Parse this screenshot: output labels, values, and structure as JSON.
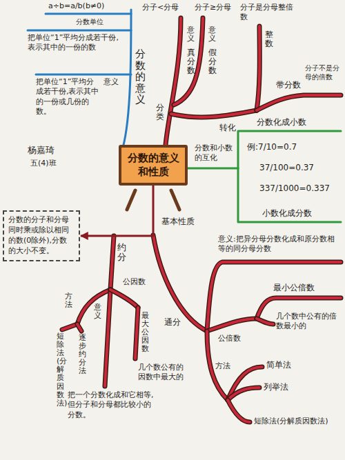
{
  "diagram": {
    "nodes": [
      {
        "text": [
          "分数的意义和性质"
        ]
      },
      {
        "text": [
          "分数的分子和分母同时乘或除以相同的数(0除外),分数的大小不变。"
        ]
      }
    ],
    "edges": [
      {
        "from": 0,
        "to": 1,
        "arrow": "to"
      }
    ],
    "labels": [
      "a÷b=a/b(b≠0)",
      "分数单位",
      "把单位“1”平均分成若干份,表示其中的一份的数",
      "意义",
      "把单位“1”平均分成若干份,表示其中的一份或几份的数。",
      "分数的意义",
      "杨嘉琦",
      "五(4)班",
      "分子<分母",
      "意义",
      "真分数",
      "分类",
      "分子≥分母",
      "意义",
      "假分数",
      "分子是分母整倍数",
      "整数",
      "带分数",
      "分子不是分母的倍数",
      "转化",
      "分数和小数的互化",
      "分数化成小数",
      "例:7/10=0.7",
      "37/100=0.37",
      "337/1000=0.337",
      "小数化成分数",
      "基本性质",
      "约分",
      "方法",
      "公因数",
      "意义",
      "短除法(分解质因数法)",
      "逐步约分法",
      "最大公因数",
      "几个数公有的因数中最大的",
      "把一个分数化成和它相等,但分子和分母都比较小的分数。",
      "通分",
      "意义:把异分母分数化成和原分数相等的同分母分数",
      "公倍数",
      "最小公倍数",
      "几个数中公有的倍数最小的",
      "方法",
      "简单法",
      "列举法",
      "短除法(分解质因数法)"
    ]
  }
}
